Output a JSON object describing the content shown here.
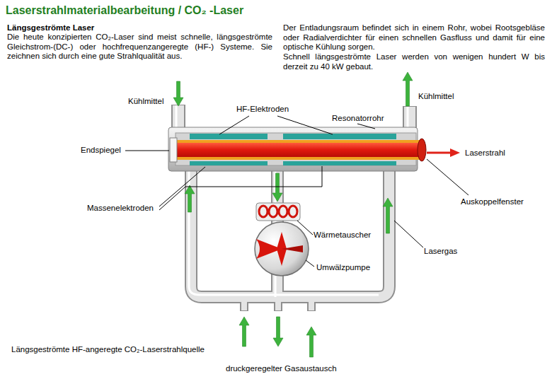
{
  "diagram": {
    "title": "Laserstrahlmaterialbearbeitung / CO₂ -Laser",
    "caption": "Längsgeströmte HF-angeregte CO₂-Laserstrahlquelle",
    "labels": [
      "Längsgeströmte Laser",
      "Die heute konzipierten CO₂-Laser sind meist schnelle, längsgeströmte Gleichstrom-(DC-) oder hochfrequenzangeregte (HF-) Systeme. Sie zeichnen sich durch eine gute Strahlqualität aus.",
      "Der Entladungsraum befindet sich in einem Rohr, wobei Rootsgebläse oder Radialverdichter für einen schnellen Gasfluss und damit für eine optische Kühlung sorgen.",
      "Schnell längsgeströmte Laser werden von wenigen hundert W bis derzeit zu 40 kW gebaut.",
      "Kühlmittel",
      "HF-Elektroden",
      "Resonatorrohr",
      "Kühlmittel",
      "Endspiegel",
      "Laserstrahl",
      "Auskoppelfenster",
      "Massenelektroden",
      "Wärmetauscher",
      "Lasergas",
      "Umwälzpumpe",
      "druckgeregelter Gasaustausch"
    ]
  }
}
